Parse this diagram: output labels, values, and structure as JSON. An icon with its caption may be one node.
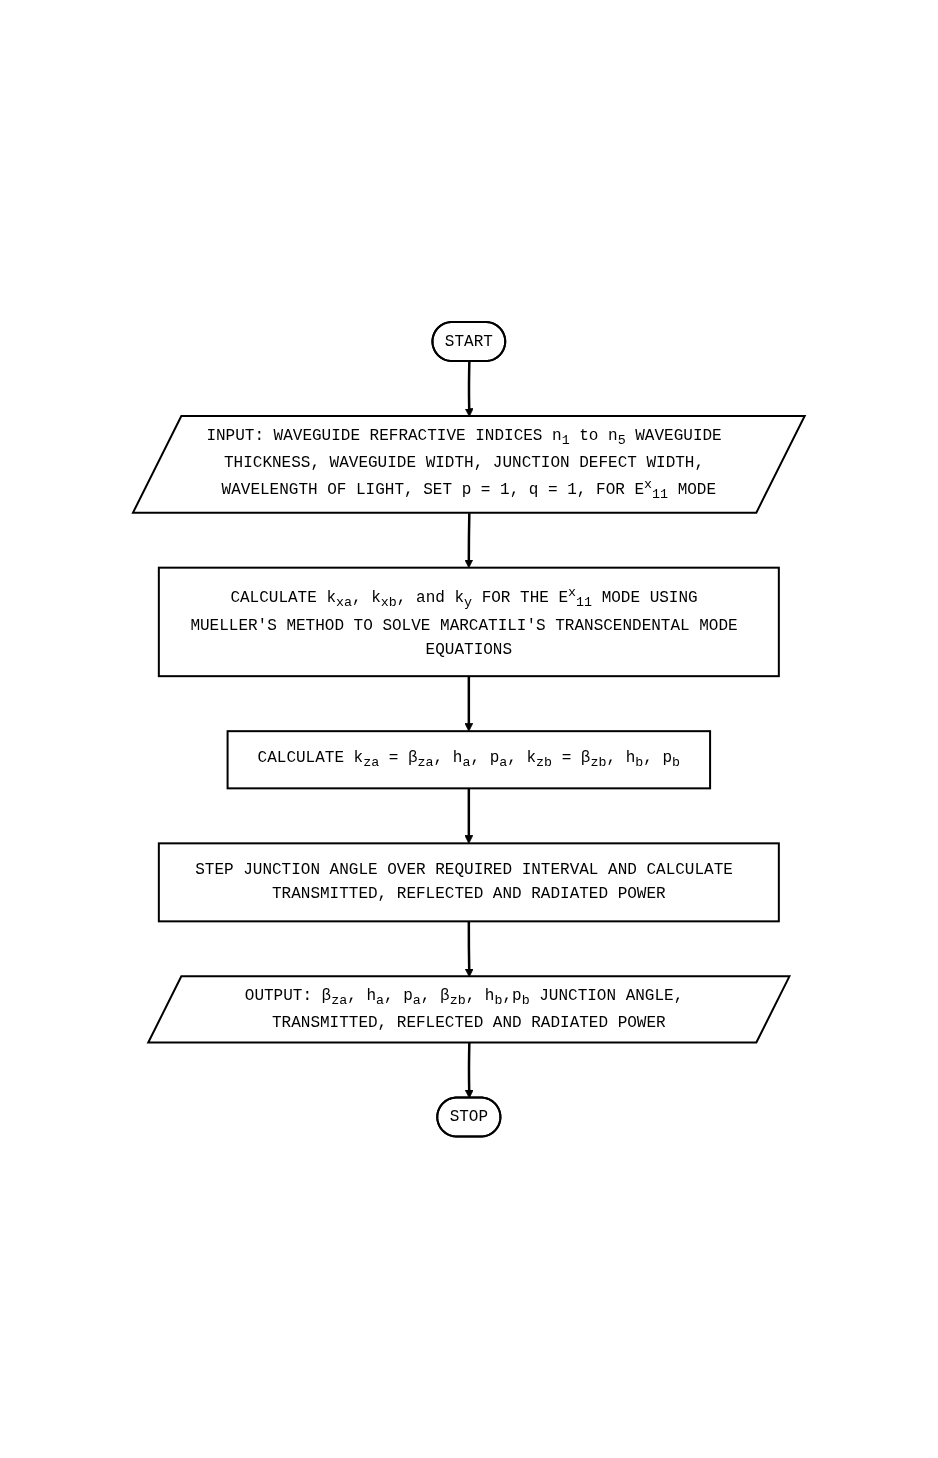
{
  "diagram": {
    "nodes": [
      {
        "text": [
          "START"
        ]
      },
      {
        "text": [
          "INPUT: WAVEGUIDE REFRACTIVE INDICES n$_{1}$ to n$_{5}$ WAVEGUIDE THICKNESS, WAVEGUIDE WIDTH, JUNCTION DEFECT WIDTH, WAVELENGTH OF LIGHT, SET p = 1, q = 1, FOR E$^{x}$$_{11}$ MODE"
        ]
      },
      {
        "text": [
          "CALCULATE k$_{xa}$, k$_{xb}$, and k$_{y}$ FOR THE E$^{x}$$_{11}$ MODE USING MUELLER'S METHOD TO SOLVE MARCATILI'S TRANSCENDENTAL MODE EQUATIONS"
        ]
      },
      {
        "text": [
          "CALCULATE k$_{za}$ = β$_{za}$, h$_{a}$, p$_{a}$, k$_{zb}$ = β$_{zb}$, h$_{b}$, p$_{b}$"
        ]
      },
      {
        "text": [
          "STEP JUNCTION ANGLE OVER REQUIRED INTERVAL AND CALCULATE TRANSMITTED, REFLECTED AND RADIATED POWER"
        ]
      },
      {
        "text": [
          "OUTPUT: β$_{za}$, h$_{a}$, p$_{a}$, β$_{zb}$, h$_{b}$,p$_{b}$ JUNCTION ANGLE, TRANSMITTED, REFLECTED AND RADIATED POWER"
        ]
      },
      {
        "text": [
          "STOP"
        ]
      }
    ],
    "edges": [
      {
        "from": 0,
        "to": 1,
        "arrow": "to"
      },
      {
        "from": 1,
        "to": 2,
        "arrow": "to"
      },
      {
        "from": 2,
        "to": 3,
        "arrow": "to"
      },
      {
        "from": 3,
        "to": 4,
        "arrow": "to"
      },
      {
        "from": 4,
        "to": 5,
        "arrow": "to"
      },
      {
        "from": 5,
        "to": 6,
        "arrow": "to"
      }
    ]
  }
}
